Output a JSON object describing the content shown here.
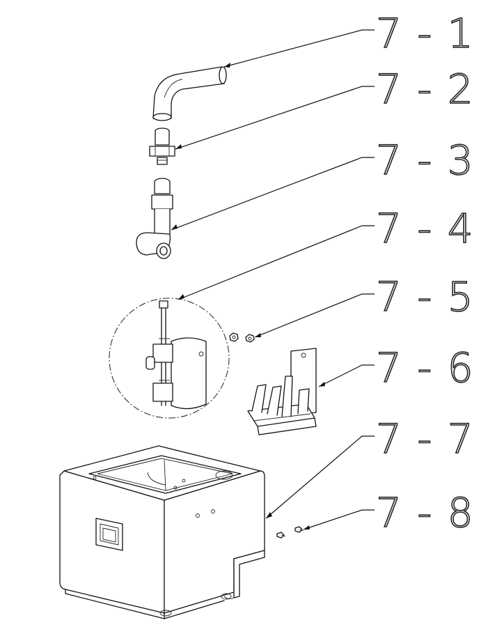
{
  "callouts": [
    {
      "id": "7-1",
      "label": "7 - 1"
    },
    {
      "id": "7-2",
      "label": "7 - 2"
    },
    {
      "id": "7-3",
      "label": "7 - 3"
    },
    {
      "id": "7-4",
      "label": "7 - 4"
    },
    {
      "id": "7-5",
      "label": "7 - 5"
    },
    {
      "id": "7-6",
      "label": "7 - 6"
    },
    {
      "id": "7-7",
      "label": "7 - 7"
    },
    {
      "id": "7-8",
      "label": "7 - 8"
    }
  ]
}
